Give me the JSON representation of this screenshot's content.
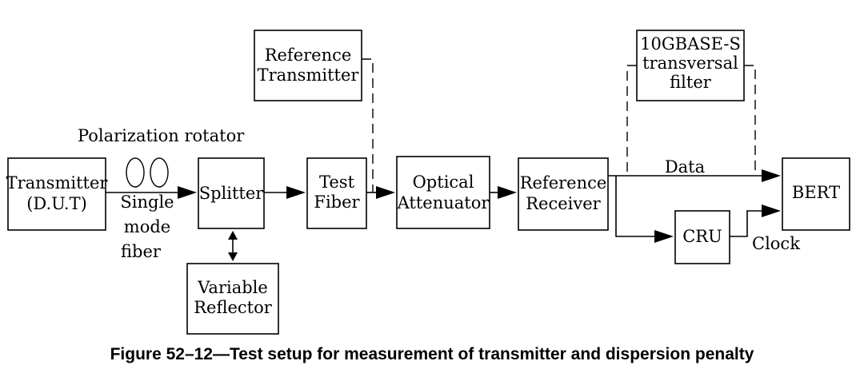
{
  "blocks": {
    "transmitter": [
      "Transmitter",
      "(D.U.T)"
    ],
    "splitter": [
      "Splitter"
    ],
    "test_fiber": [
      "Test",
      "Fiber"
    ],
    "optical_attenuator": [
      "Optical",
      "Attenuator"
    ],
    "reference_receiver": [
      "Reference",
      "Receiver"
    ],
    "bert": [
      "BERT"
    ],
    "cru": [
      "CRU"
    ],
    "reference_transmitter": [
      "Reference",
      "Transmitter"
    ],
    "transversal_filter": [
      "10GBASE-S",
      "transversal",
      "filter"
    ],
    "variable_reflector": [
      "Variable",
      "Reflector"
    ]
  },
  "labels": {
    "polarization_rotator": "Polarization rotator",
    "single_mode_fiber": [
      "Single",
      "mode",
      "fiber"
    ],
    "data": "Data",
    "clock": "Clock"
  },
  "caption": "Figure 52–12—Test setup for measurement of transmitter and dispersion penalty"
}
